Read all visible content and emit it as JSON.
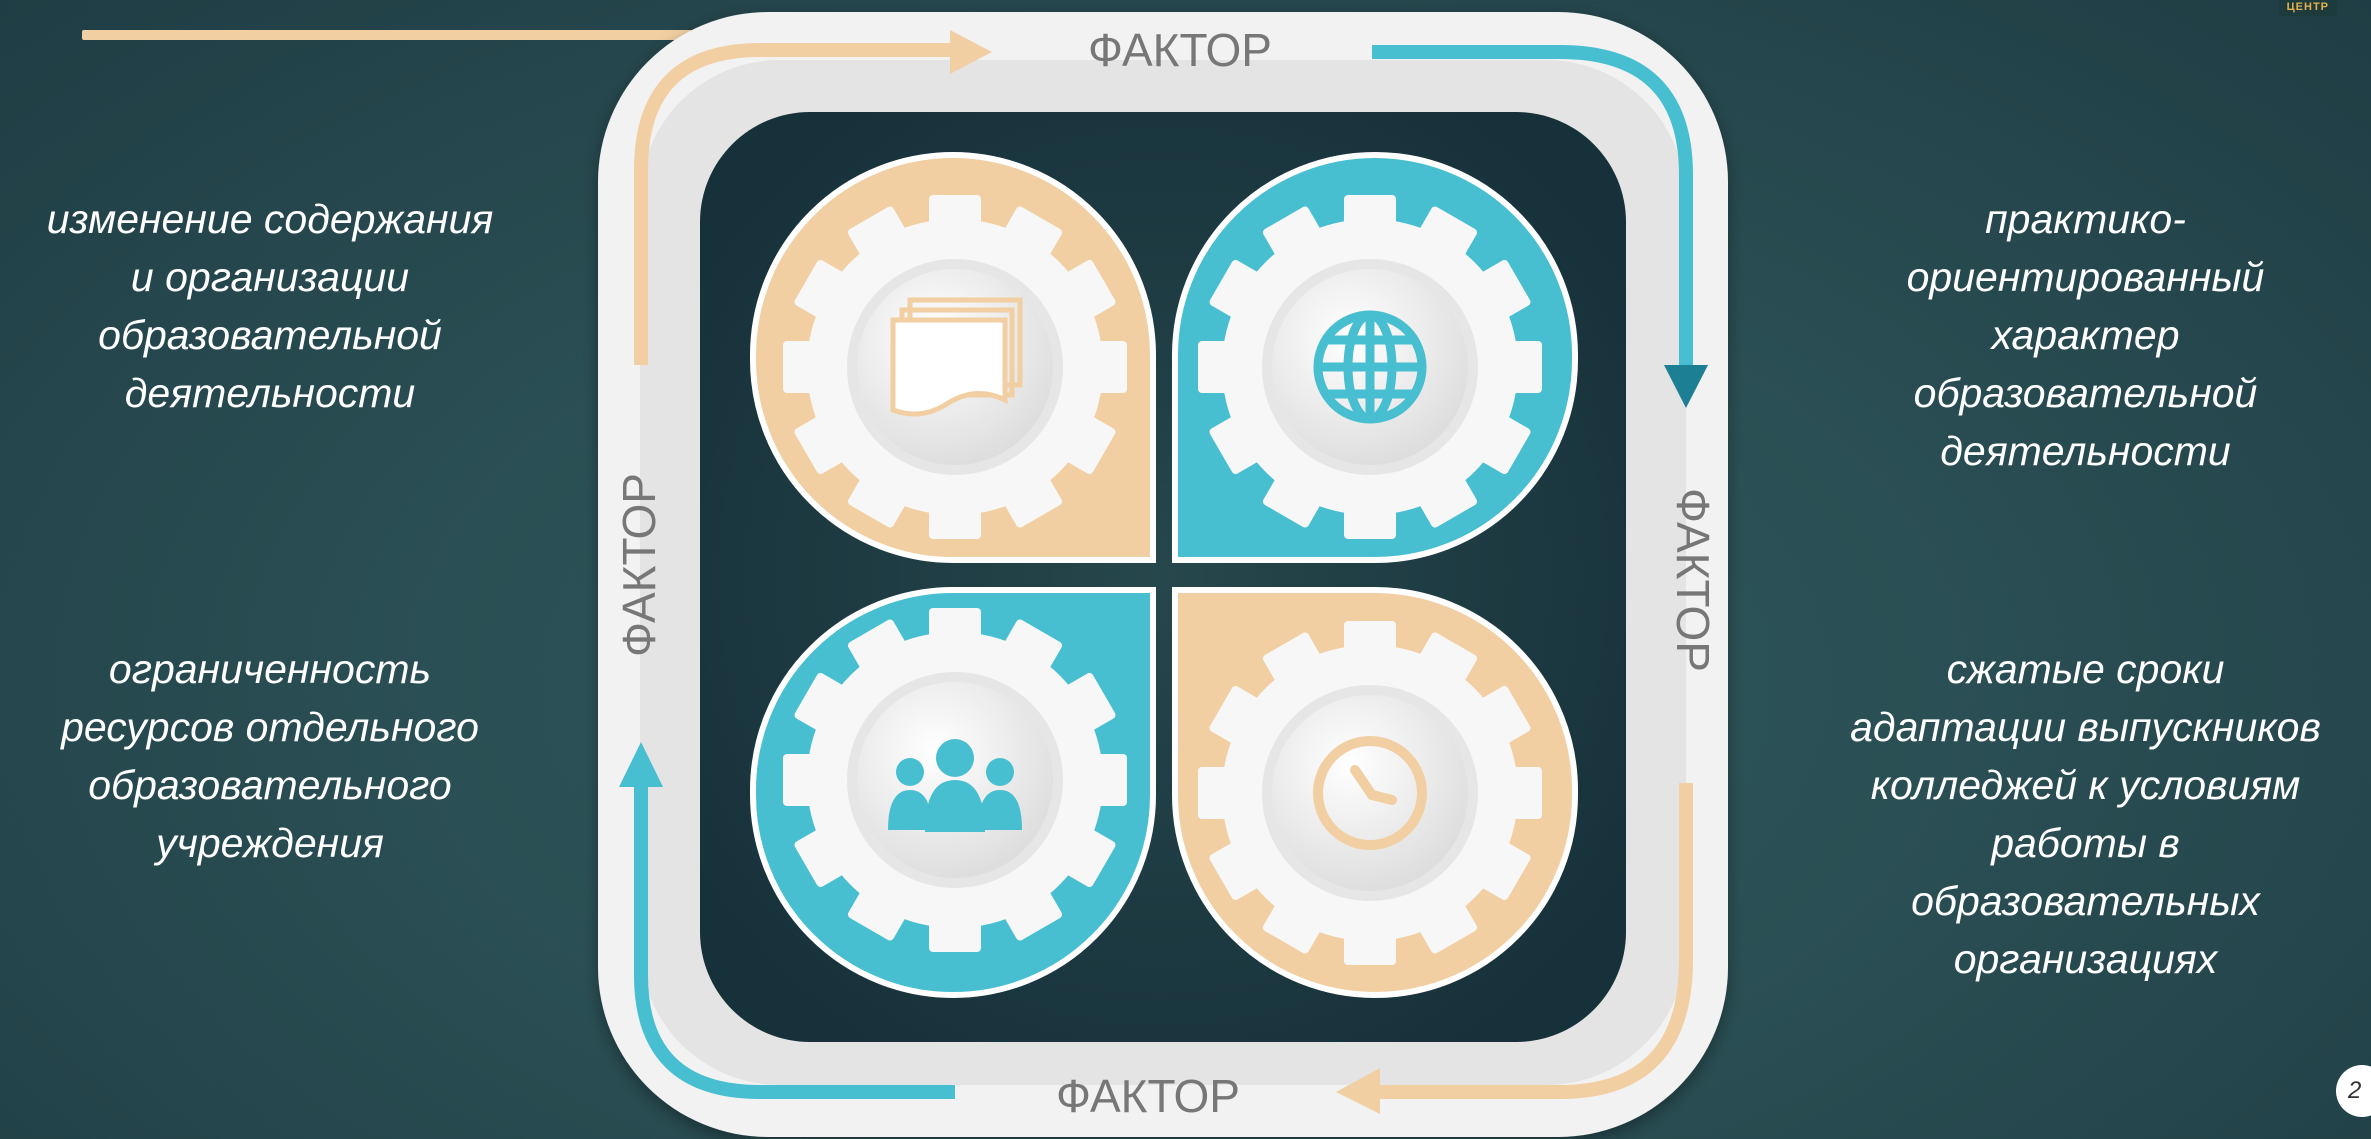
{
  "logo": {
    "text": "ЦЕНТР"
  },
  "factors": {
    "top": "ФАКТОР",
    "bottom": "ФАКТОР",
    "left": "ФАКТОР",
    "right": "ФАКТОР"
  },
  "texts": {
    "top_left": "изменение содержания\nи организации\nобразовательной\nдеятельности",
    "bottom_left": "ограниченность\nресурсов отдельного\nобразовательного\nучреждения",
    "top_right": "практико-\nориентированный\nхарактер\nобразовательной\nдеятельности",
    "bottom_right": "сжатые сроки\nадаптации выпускников\nколледжей к условиям\nработы в\nобразовательных\nорганизациях"
  },
  "icons": [
    "documents-icon",
    "globe-icon",
    "team-icon",
    "clock-icon"
  ],
  "colors": {
    "peach": "#f1cfa2",
    "teal": "#47bfd0",
    "white": "#f5f5f5",
    "text": "#ffffff",
    "factor": "#777777"
  },
  "page_number": "2"
}
